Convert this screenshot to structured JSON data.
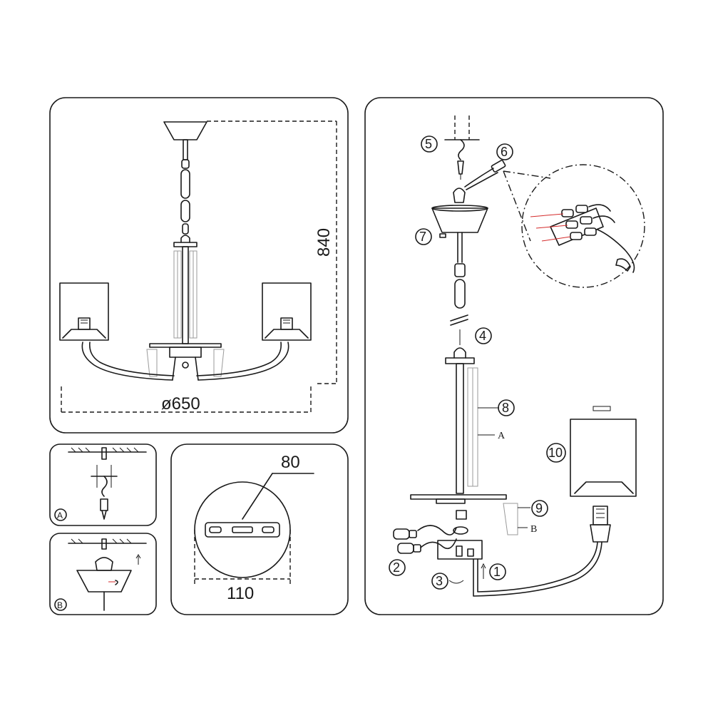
{
  "dimensions": {
    "height": "840",
    "diameter": "ø650",
    "plate_width": "110",
    "plate_slot": "80"
  },
  "step_labels": [
    "1",
    "2",
    "3",
    "4",
    "5",
    "6",
    "7",
    "8",
    "9",
    "10"
  ],
  "part_letters": {
    "long_crystal": "A",
    "short_crystal": "B"
  },
  "detail_letters": {
    "mount_a": "A",
    "mount_b": "B"
  }
}
